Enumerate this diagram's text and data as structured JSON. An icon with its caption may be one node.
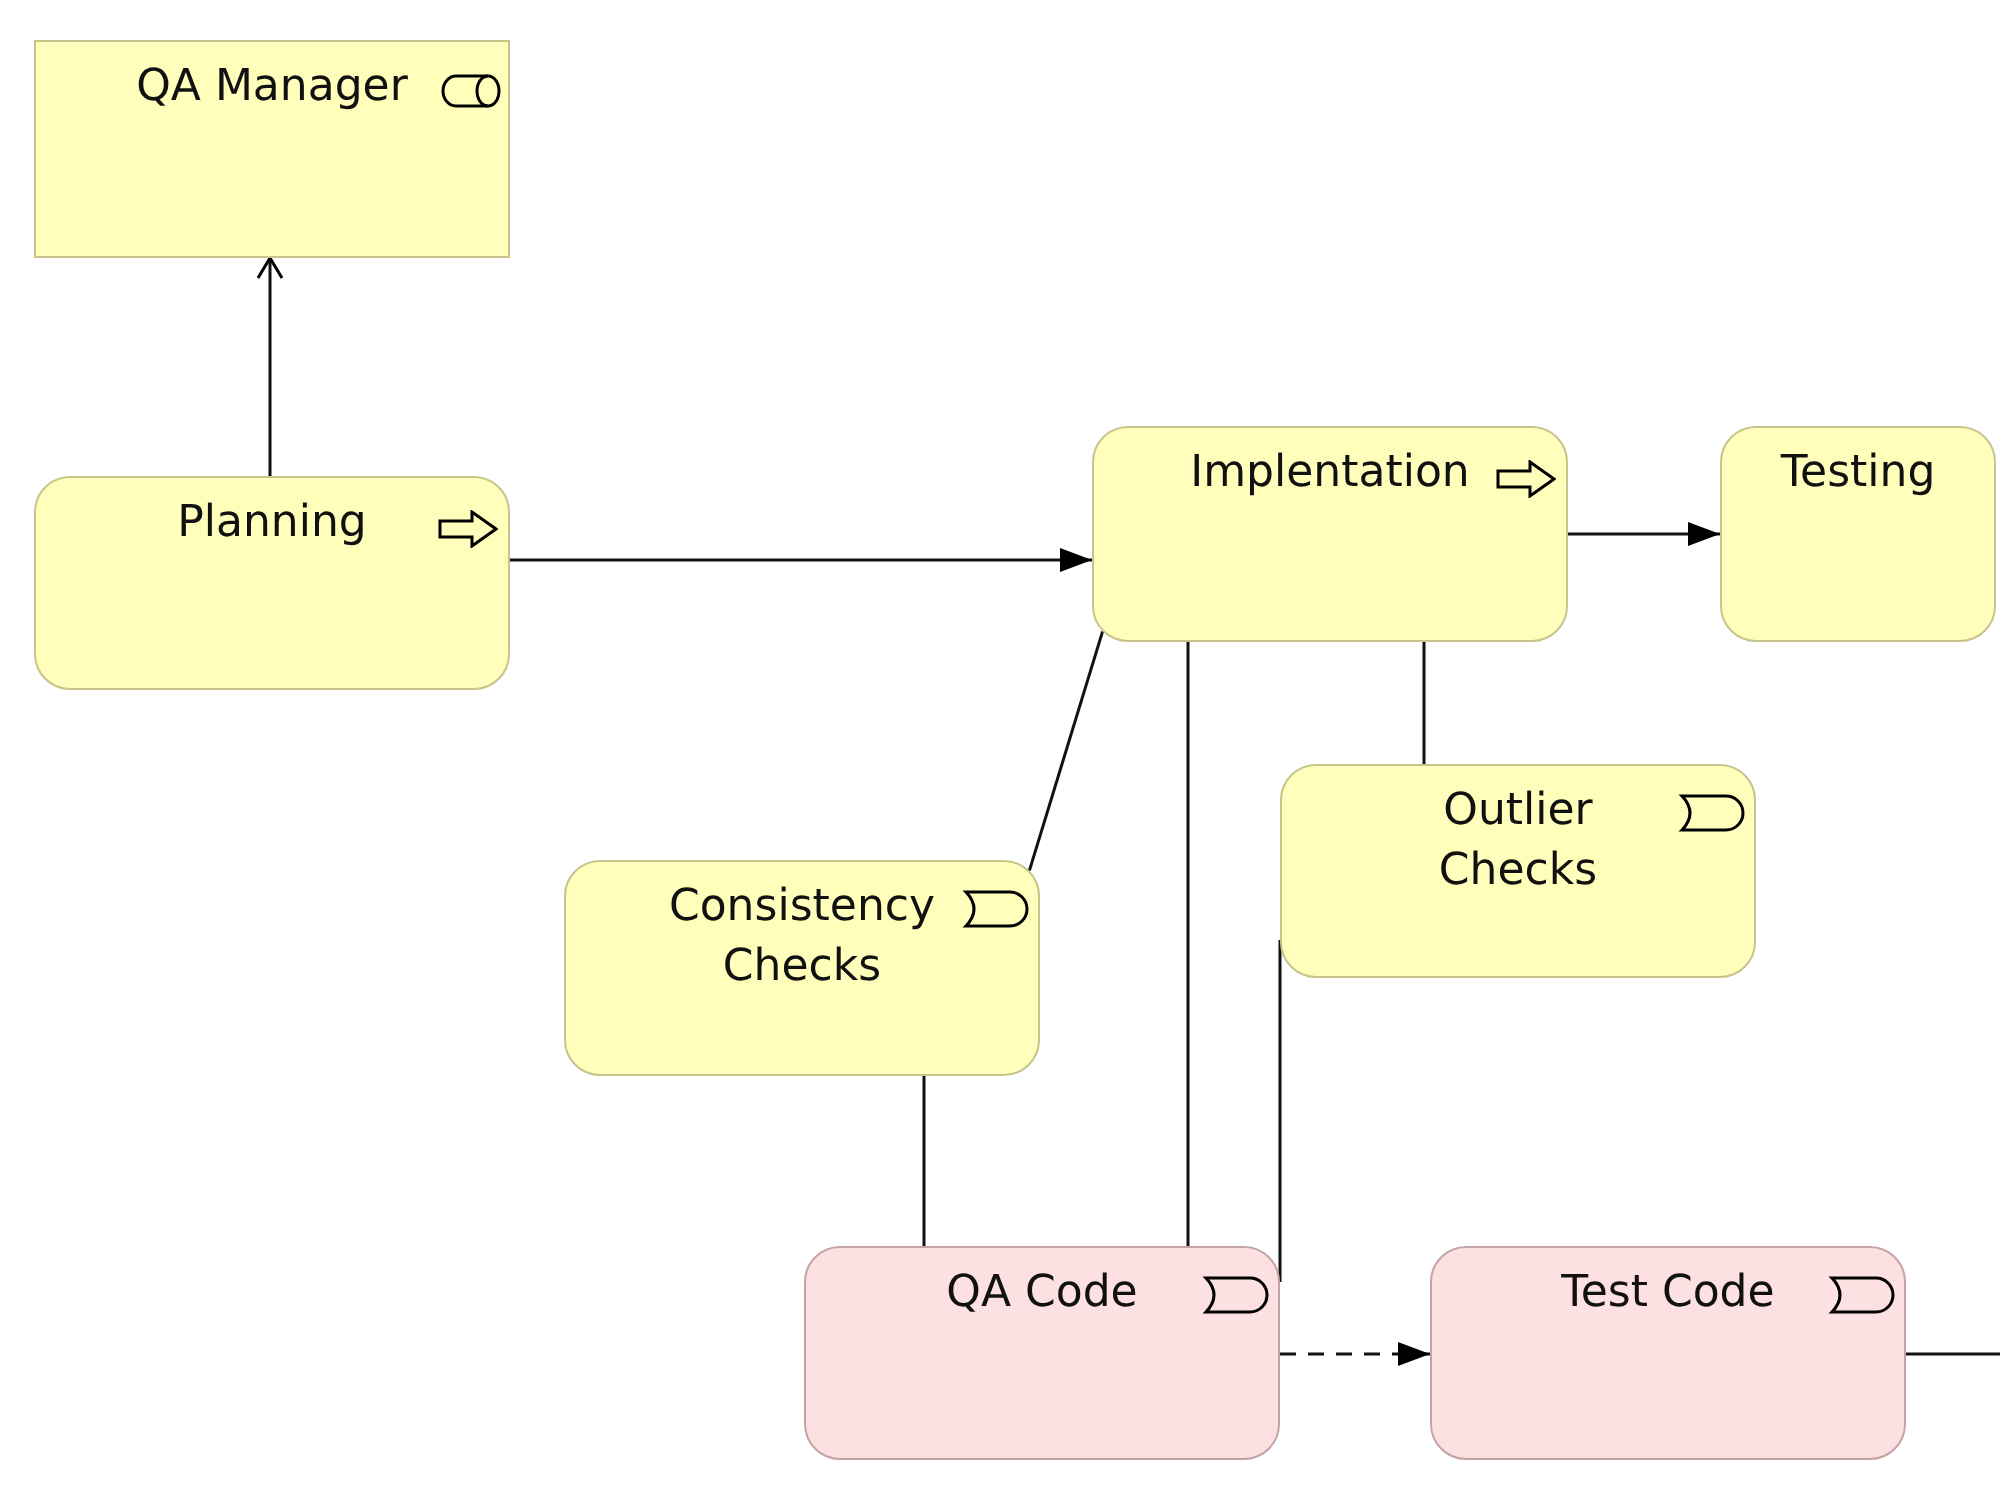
{
  "diagram": {
    "nodes": [
      {
        "text": [
          "QA Manager"
        ]
      },
      {
        "text": [
          "Planning"
        ]
      },
      {
        "text": [
          "Implentation"
        ]
      },
      {
        "text": [
          "Testing"
        ]
      },
      {
        "text": [
          "Consistency Checks"
        ]
      },
      {
        "text": [
          "Outlier Checks"
        ]
      },
      {
        "text": [
          "QA Code"
        ]
      },
      {
        "text": [
          "Test Code"
        ]
      }
    ],
    "edges": [
      {
        "from": 1,
        "to": 0,
        "arrow": "to"
      },
      {
        "from": 1,
        "to": 2,
        "arrow": "to"
      },
      {
        "from": 2,
        "to": 3,
        "arrow": "to"
      },
      {
        "from": 2,
        "to": 4,
        "arrow": "none"
      },
      {
        "from": 2,
        "to": 6,
        "arrow": "none"
      },
      {
        "from": 2,
        "to": 5,
        "arrow": "none"
      },
      {
        "from": 4,
        "to": 6,
        "arrow": "none"
      },
      {
        "from": 5,
        "to": 6,
        "arrow": "none"
      },
      {
        "from": 6,
        "to": 7,
        "arrow": "to",
        "style": "dashed"
      },
      {
        "from": 7,
        "to": null,
        "arrow": "none"
      }
    ]
  }
}
